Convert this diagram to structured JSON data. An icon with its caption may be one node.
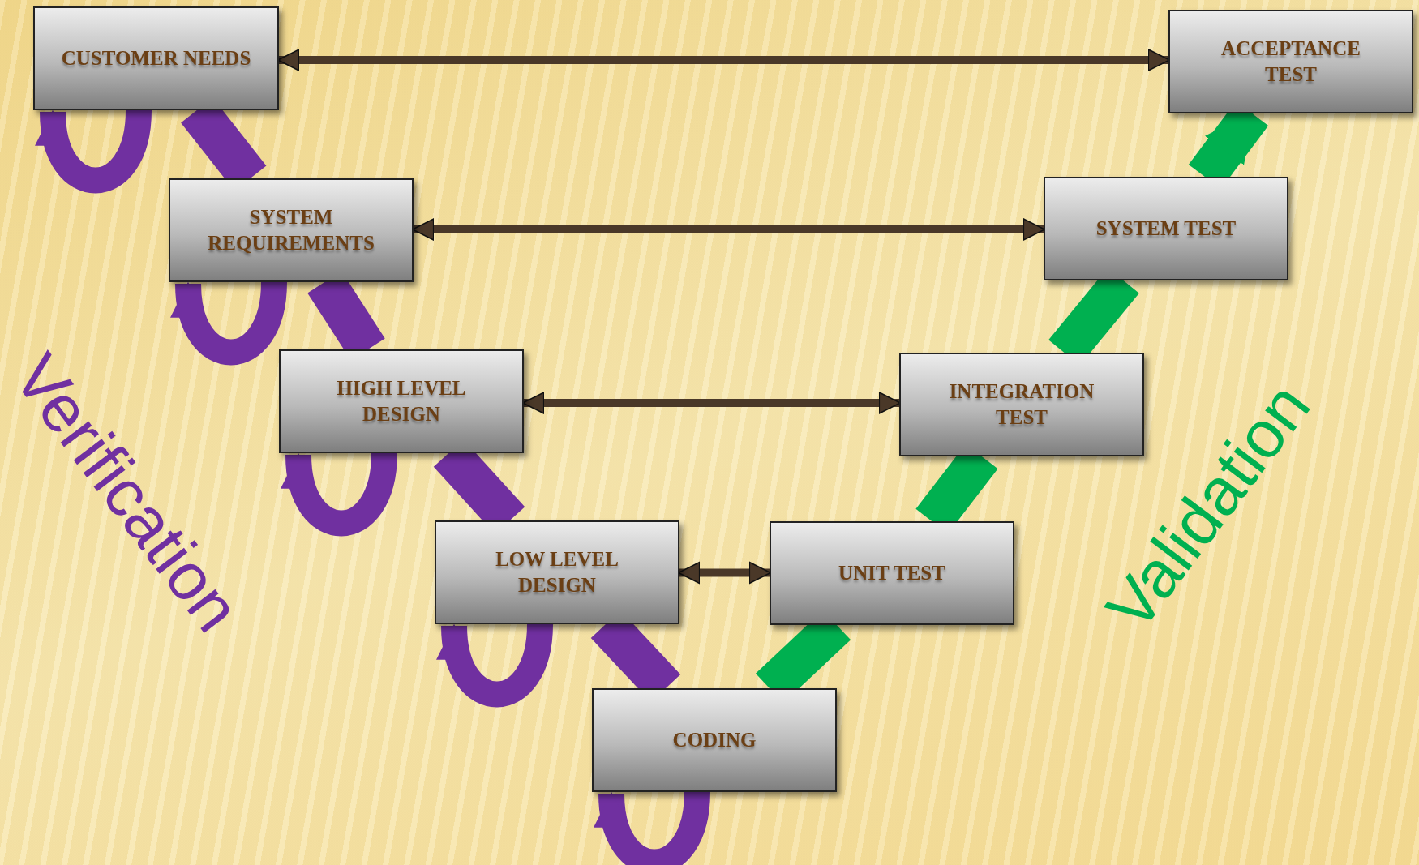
{
  "diagram": {
    "nodes": [
      {
        "text": [
          "CUSTOMER NEEDS"
        ]
      },
      {
        "text": [
          "ACCEPTANCE TEST"
        ]
      },
      {
        "text": [
          "SYSTEM REQUIREMENTS"
        ]
      },
      {
        "text": [
          "SYSTEM TEST"
        ]
      },
      {
        "text": [
          "HIGH LEVEL DESIGN"
        ]
      },
      {
        "text": [
          "INTEGRATION TEST"
        ]
      },
      {
        "text": [
          "LOW LEVEL DESIGN"
        ]
      },
      {
        "text": [
          "UNIT TEST"
        ]
      },
      {
        "text": [
          "CODING"
        ]
      }
    ],
    "edges": [
      {
        "from": 0,
        "to": 1,
        "arrow": "both",
        "color": "#4a3828"
      },
      {
        "from": 2,
        "to": 3,
        "arrow": "both",
        "color": "#4a3828"
      },
      {
        "from": 4,
        "to": 5,
        "arrow": "both",
        "color": "#4a3828"
      },
      {
        "from": 6,
        "to": 7,
        "arrow": "both",
        "color": "#4a3828"
      },
      {
        "from": 0,
        "to": 2,
        "arrow": "none",
        "color": "#7030a0"
      },
      {
        "from": 2,
        "to": 4,
        "arrow": "none",
        "color": "#7030a0"
      },
      {
        "from": 4,
        "to": 6,
        "arrow": "none",
        "color": "#7030a0"
      },
      {
        "from": 6,
        "to": 8,
        "arrow": "none",
        "color": "#7030a0"
      },
      {
        "from": 8,
        "to": 7,
        "arrow": "none",
        "color": "#00b050"
      },
      {
        "from": 7,
        "to": 5,
        "arrow": "none",
        "color": "#00b050"
      },
      {
        "from": 5,
        "to": 3,
        "arrow": "none",
        "color": "#00b050"
      },
      {
        "from": 3,
        "to": 1,
        "arrow": "to",
        "color": "#00b050"
      },
      {
        "from": null,
        "to": 0,
        "arrow": "to",
        "color": "#7030a0"
      },
      {
        "from": null,
        "to": 2,
        "arrow": "to",
        "color": "#7030a0"
      },
      {
        "from": null,
        "to": 4,
        "arrow": "to",
        "color": "#7030a0"
      },
      {
        "from": null,
        "to": 6,
        "arrow": "to",
        "color": "#7030a0"
      },
      {
        "from": null,
        "to": 8,
        "arrow": "to",
        "color": "#7030a0"
      }
    ],
    "labels": [
      "Verification",
      "Validation"
    ]
  }
}
